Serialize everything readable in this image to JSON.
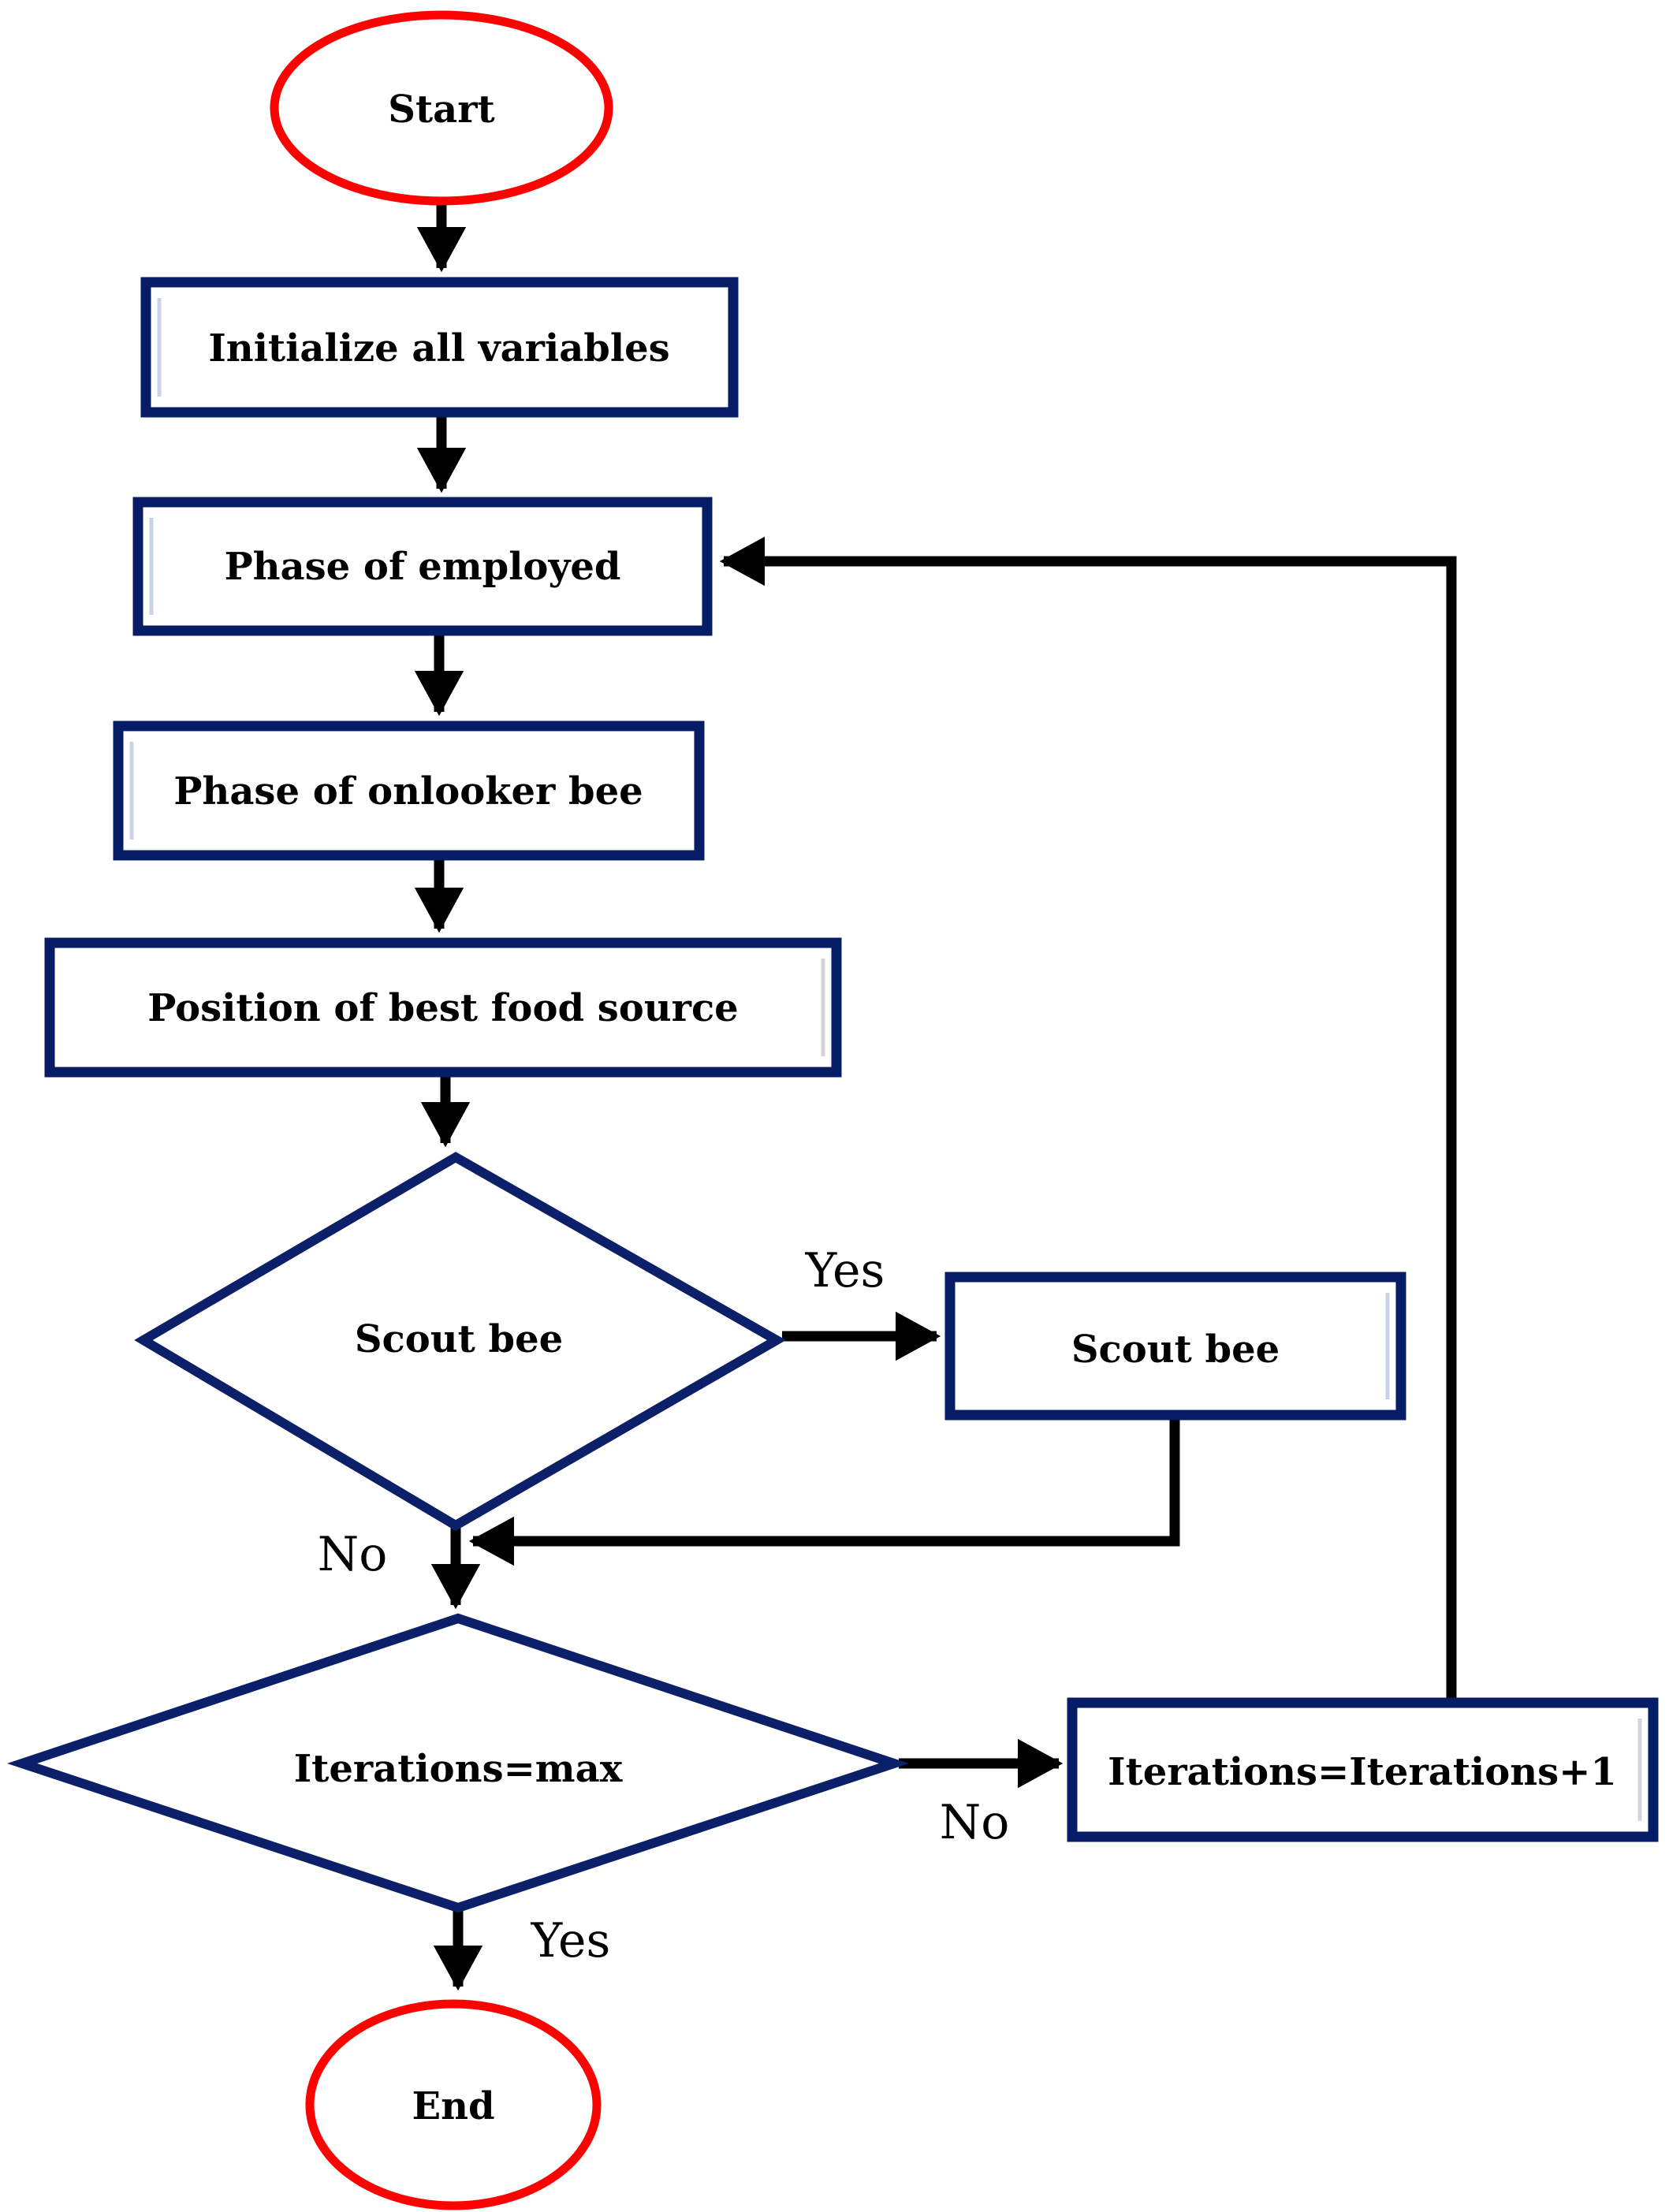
{
  "figure": {
    "type": "flowchart",
    "description": "Artificial bee colony algorithm flowchart",
    "background": "#ffffff"
  },
  "colors": {
    "terminator_border": "#fb0301",
    "process_border": "#071c66",
    "decision_border": "#0c2069",
    "connector": "#000000",
    "text": "#000000",
    "inner_highlight": "#9db0cf"
  },
  "nodes": [
    {
      "id": "start",
      "shape": "ellipse",
      "label": "Start"
    },
    {
      "id": "init",
      "shape": "rect",
      "label": "Initialize all variables"
    },
    {
      "id": "employed",
      "shape": "rect",
      "label": "Phase of employed"
    },
    {
      "id": "onlooker",
      "shape": "rect",
      "label": "Phase of onlooker bee"
    },
    {
      "id": "best_food",
      "shape": "rect",
      "label": "Position of best food source"
    },
    {
      "id": "scout_decision",
      "shape": "diamond",
      "label": "Scout bee"
    },
    {
      "id": "scout_action",
      "shape": "rect",
      "label": "Scout bee"
    },
    {
      "id": "iter_decision",
      "shape": "diamond",
      "label": "Iterations=max"
    },
    {
      "id": "iter_increment",
      "shape": "rect",
      "label": "Iterations=Iterations+1"
    },
    {
      "id": "end",
      "shape": "ellipse",
      "label": "End"
    }
  ],
  "edge_labels": {
    "scout_yes": "Yes",
    "scout_no": "No",
    "iter_no": "No",
    "iter_yes": "Yes"
  }
}
